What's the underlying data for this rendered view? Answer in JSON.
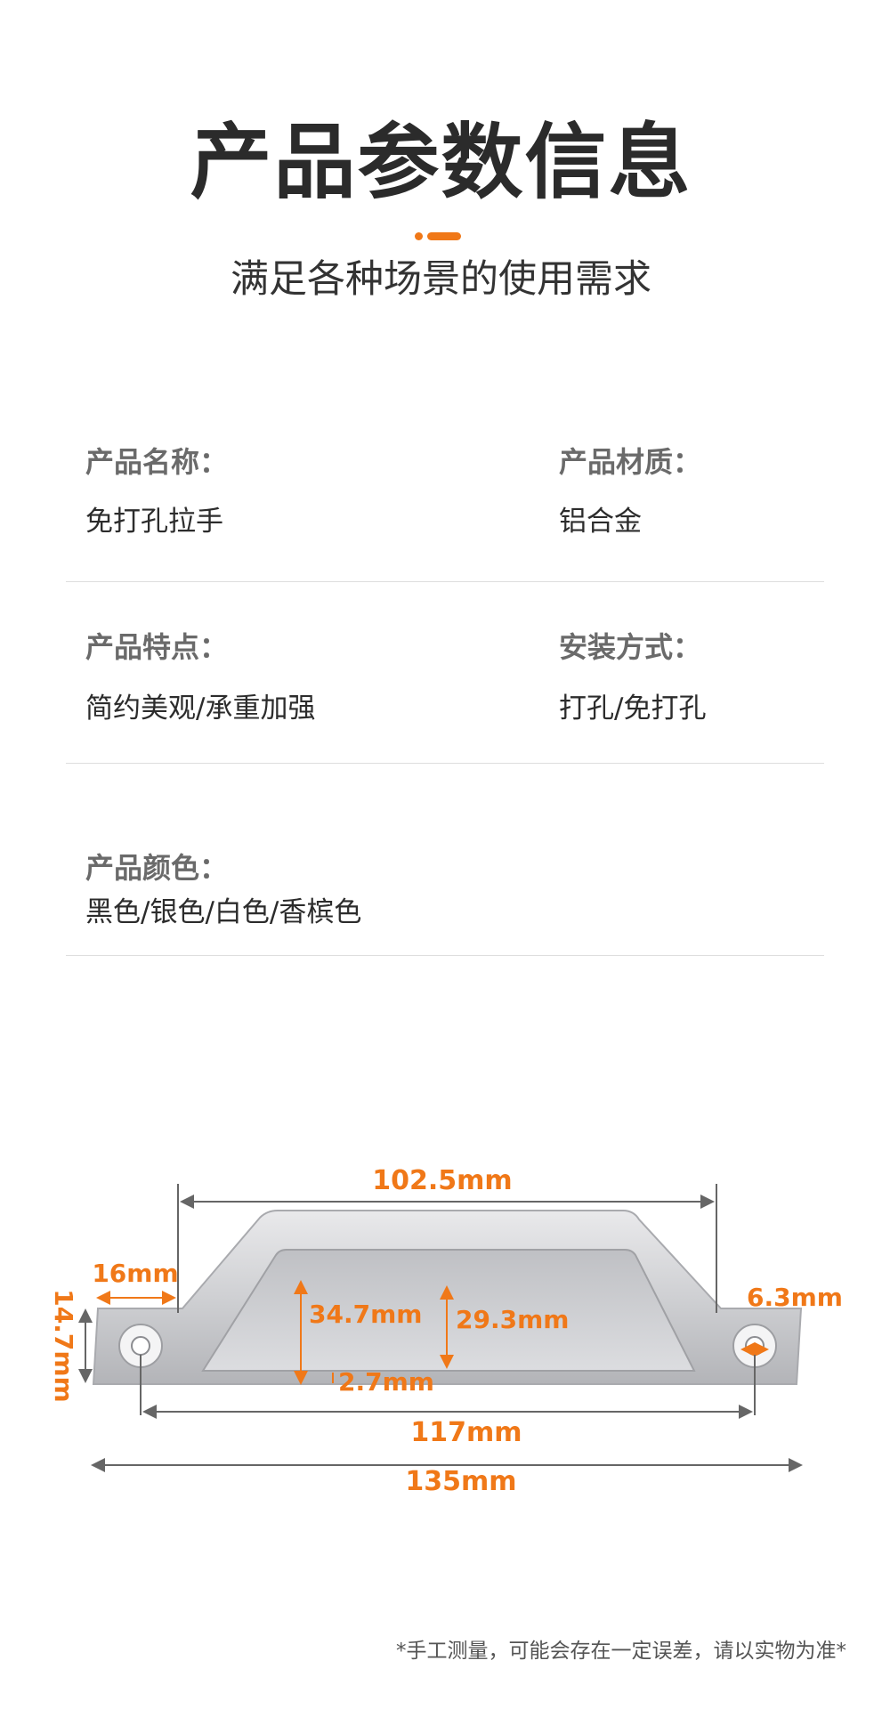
{
  "header": {
    "title": "产品参数信息",
    "subtitle": "满足各种场景的使用需求",
    "accent_color": "#f07818"
  },
  "specs": [
    {
      "label": "产品名称：",
      "value": "免打孔拉手"
    },
    {
      "label": "产品材质：",
      "value": "铝合金"
    },
    {
      "label": "产品特点：",
      "value": "简约美观/承重加强"
    },
    {
      "label": "安装方式：",
      "value": "打孔/免打孔"
    },
    {
      "label": "产品颜色：",
      "value": "黑色/银色/白色/香槟色"
    }
  ],
  "diagram": {
    "dimensions": {
      "top_span": "102.5mm",
      "end_span": "16mm",
      "plate_height": "14.7mm",
      "outer_height": "34.7mm",
      "inner_height": "29.3mm",
      "thickness": "2.7mm",
      "hole_diameter": "6.3mm",
      "hole_spacing": "117mm",
      "total_length": "135mm"
    }
  },
  "footer": {
    "disclaimer": "*手工测量，可能会存在一定误差，请以实物为准*"
  }
}
